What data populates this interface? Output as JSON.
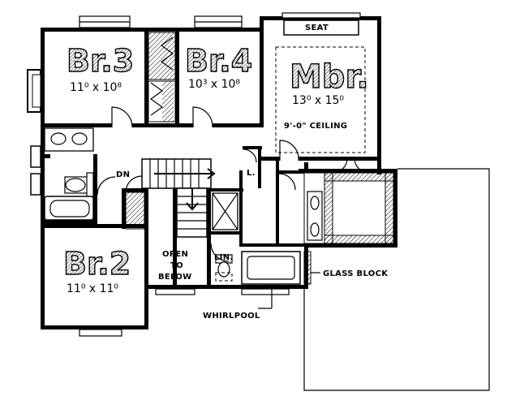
{
  "rooms": {
    "br3": {
      "name": "Br.3",
      "dim": "11⁰ x 10⁸"
    },
    "br4": {
      "name": "Br.4",
      "dim": "10³ x 10⁸"
    },
    "mbr": {
      "name": "Mbr.",
      "dim": "13⁰ x 15⁰"
    },
    "br2": {
      "name": "Br.2",
      "dim": "11⁰ x 11⁰"
    }
  },
  "labels": {
    "seat": "SEAT",
    "ceiling": "9'-0\" CEILING",
    "dn": "DN",
    "closet_l": "L.",
    "open_line1": "OPEN",
    "open_line2": "TO",
    "open_line3": "BELOW",
    "lin": "LIN.",
    "glass_block": "GLASS BLOCK",
    "whirlpool": "WHIRLPOOL"
  }
}
